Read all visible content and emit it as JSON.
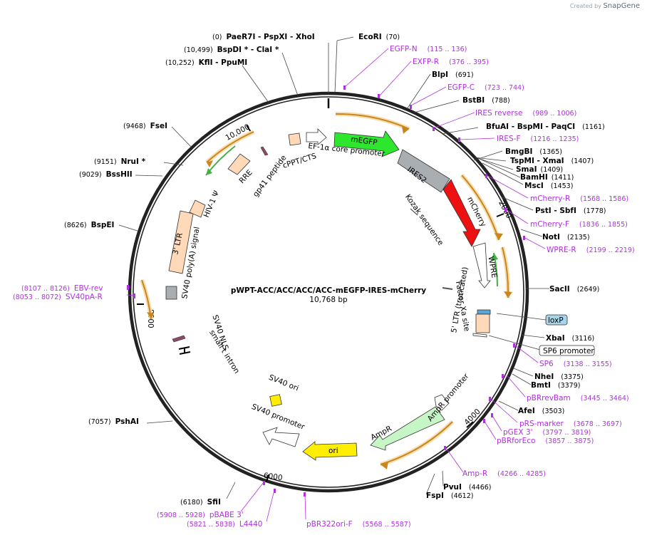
{
  "brand": {
    "created_by": "Created by",
    "app": "SnapGene"
  },
  "plasmid": {
    "name": "pWPT-ACC/ACC/ACC/ACC-mEGFP-IRES-mCherry",
    "size": "10,768 bp",
    "length": 10768
  },
  "ticks": [
    "2000",
    "4000",
    "6000",
    "8000",
    "10,000"
  ],
  "enzymes_right": [
    {
      "name": "EcoRI",
      "pos": "(70)"
    },
    {
      "name": "BlpI",
      "pos": "(691)"
    },
    {
      "name": "BstBI",
      "pos": "(788)"
    },
    {
      "name": "BfuAI  - BspMI  - PaqCI",
      "pos": "(1161)"
    },
    {
      "name": "BmgBI",
      "pos": "(1365)"
    },
    {
      "name": "TspMI  - XmaI",
      "pos": "(1407)"
    },
    {
      "name": "SmaI",
      "pos": "(1409)"
    },
    {
      "name": "BamHI",
      "pos": "(1411)"
    },
    {
      "name": "MscI",
      "pos": "(1453)"
    },
    {
      "name": "PstI  - SbfI",
      "pos": "(1778)"
    },
    {
      "name": "NotI",
      "pos": "(2135)"
    },
    {
      "name": "SacII",
      "pos": "(2649)"
    },
    {
      "name": "XbaI",
      "pos": "(3116)"
    },
    {
      "name": "NheI",
      "pos": "(3375)"
    },
    {
      "name": "BmtI",
      "pos": "(3379)"
    },
    {
      "name": "AfeI",
      "pos": "(3503)"
    },
    {
      "name": "PvuI",
      "pos": "(4466)"
    },
    {
      "name": "FspI",
      "pos": "(4612)"
    }
  ],
  "enzymes_left": [
    {
      "name": "PaeR7I  - PspXI  - XhoI",
      "pos": "(0)"
    },
    {
      "name": "BspDI *  - ClaI *",
      "pos": "(10,499)"
    },
    {
      "name": "KflI  - PpuMI",
      "pos": "(10,252)"
    },
    {
      "name": "FseI",
      "pos": "(9468)"
    },
    {
      "name": "NruI *",
      "pos": "(9151)"
    },
    {
      "name": "BssHII",
      "pos": "(9029)"
    },
    {
      "name": "BspEI",
      "pos": "(8626)"
    },
    {
      "name": "PshAI",
      "pos": "(7057)"
    },
    {
      "name": "SfiI",
      "pos": "(6180)"
    }
  ],
  "primers_right": [
    {
      "name": "EGFP-N",
      "pos": "(115 .. 136)"
    },
    {
      "name": "EXFP-R",
      "pos": "(376 .. 395)"
    },
    {
      "name": "EGFP-C",
      "pos": "(723 .. 744)"
    },
    {
      "name": "IRES reverse",
      "pos": "(989 .. 1006)"
    },
    {
      "name": "IRES-F",
      "pos": "(1216 .. 1235)"
    },
    {
      "name": "mCherry-R",
      "pos": "(1568 .. 1586)"
    },
    {
      "name": "mCherry-F",
      "pos": "(1836 .. 1855)"
    },
    {
      "name": "WPRE-R",
      "pos": "(2199 .. 2219)"
    },
    {
      "name": "SP6",
      "pos": "(3138 .. 3155)"
    },
    {
      "name": "pBRrevBam",
      "pos": "(3445 .. 3464)"
    },
    {
      "name": "pRS-marker",
      "pos": "(3678 .. 3697)"
    },
    {
      "name": "pGEX 3'",
      "pos": "(3797 .. 3819)"
    },
    {
      "name": "pBRforEco",
      "pos": "(3857 .. 3875)"
    },
    {
      "name": "Amp-R",
      "pos": "(4266 .. 4285)"
    }
  ],
  "primers_left": [
    {
      "name": "EBV-rev",
      "pos": "(8107 .. 8126)"
    },
    {
      "name": "SV40pA-R",
      "pos": "(8053 .. 8072)"
    },
    {
      "name": "pBABE 3'",
      "pos": "(5908 .. 5928)"
    },
    {
      "name": "L4440",
      "pos": "(5821 .. 5838)"
    },
    {
      "name": "pBR322ori-F",
      "pos": "(5568 .. 5587)"
    }
  ],
  "boxed_labels": [
    {
      "name": "loxP",
      "fill": "#a8d4ea"
    },
    {
      "name": "SP6 promoter",
      "fill": "#ffffff"
    }
  ],
  "features": {
    "megfp": "mEGFP",
    "ef1a": "EF-1α core promoter",
    "ires2": "IRES2",
    "mcherry": "mCherry",
    "kozak": "Kozak sequence",
    "factorxa": "Factor Xa site",
    "wpre": "WPRE",
    "ltr5": "5' LTR (truncated)",
    "ampr_promoter": "AmpR promoter",
    "ampr": "AmpR",
    "ori": "ori",
    "sv40_promoter": "SV40 promoter",
    "sv40_ori": "SV40 ori",
    "sv40_nls": "SV40 NLS",
    "small_t": "small t intron",
    "sv40_polya": "SV40 poly(A) signal",
    "ltr3": "3' LTR",
    "hiv": "HIV-1 Ψ",
    "rre": "RRE",
    "gp41": "gp41 peptide",
    "cppt": "cPPT/CTS"
  },
  "colors": {
    "backbone": "#222222",
    "primer": "#b030e0",
    "megfp": "#2ee62e",
    "mcherry": "#ee1111",
    "ires": "#a9aeb3",
    "ori": "#ffee00",
    "ampr": "#c6f5c6",
    "ltr": "#ffd9b8",
    "orf": "#e8a84a",
    "green_orf": "#3fb23f"
  }
}
